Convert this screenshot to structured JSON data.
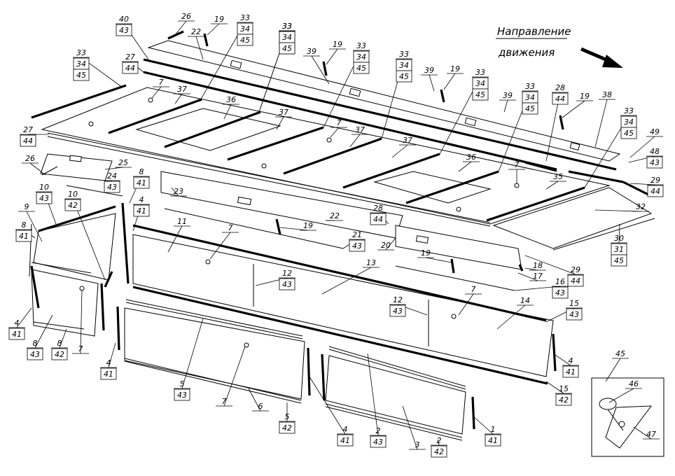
{
  "direction_label": {
    "line1": "Направление",
    "line2": "движения"
  },
  "callouts": [
    {
      "id": "c26a",
      "lines": [
        "26"
      ]
    },
    {
      "id": "c19a",
      "lines": [
        "19"
      ]
    },
    {
      "id": "c33a",
      "lines": [
        "33",
        "34",
        "45"
      ]
    },
    {
      "id": "c40",
      "lines": [
        "40",
        "43"
      ]
    },
    {
      "id": "c22a",
      "lines": [
        "22"
      ]
    },
    {
      "id": "c33b",
      "lines": [
        "33",
        "34",
        "45"
      ]
    },
    {
      "id": "c33c",
      "lines": [
        "33",
        "34",
        "45"
      ]
    },
    {
      "id": "c39a",
      "lines": [
        "39"
      ]
    },
    {
      "id": "c19b",
      "lines": [
        "19"
      ]
    },
    {
      "id": "c33d",
      "lines": [
        "33",
        "34",
        "45"
      ]
    },
    {
      "id": "c33e",
      "lines": [
        "33",
        "34",
        "45"
      ]
    },
    {
      "id": "c39b",
      "lines": [
        "39"
      ]
    },
    {
      "id": "c19c",
      "lines": [
        "19"
      ]
    },
    {
      "id": "c33f",
      "lines": [
        "33",
        "34",
        "45"
      ]
    },
    {
      "id": "c33g",
      "lines": [
        "33",
        "34",
        "45"
      ]
    },
    {
      "id": "c39c",
      "lines": [
        "39"
      ]
    },
    {
      "id": "c28a",
      "lines": [
        "28",
        "44"
      ]
    },
    {
      "id": "c19d",
      "lines": [
        "19"
      ]
    },
    {
      "id": "c38",
      "lines": [
        "38"
      ]
    },
    {
      "id": "c33h",
      "lines": [
        "33",
        "34",
        "45"
      ]
    },
    {
      "id": "c49",
      "lines": [
        "49"
      ]
    },
    {
      "id": "c48",
      "lines": [
        "48",
        "43"
      ]
    },
    {
      "id": "c27a",
      "lines": [
        "27",
        "44"
      ]
    },
    {
      "id": "c33i",
      "lines": [
        "33",
        "34",
        "45"
      ]
    },
    {
      "id": "c7a",
      "lines": [
        "7"
      ]
    },
    {
      "id": "c37a",
      "lines": [
        "37"
      ]
    },
    {
      "id": "c36a",
      "lines": [
        "36"
      ]
    },
    {
      "id": "c37b",
      "lines": [
        "37"
      ]
    },
    {
      "id": "c7b",
      "lines": [
        "7"
      ]
    },
    {
      "id": "c37c",
      "lines": [
        "37"
      ]
    },
    {
      "id": "c37d",
      "lines": [
        "37"
      ]
    },
    {
      "id": "c36b",
      "lines": [
        "36"
      ]
    },
    {
      "id": "c7c",
      "lines": [
        "7"
      ]
    },
    {
      "id": "c35",
      "lines": [
        "35"
      ]
    },
    {
      "id": "c29a",
      "lines": [
        "29",
        "44"
      ]
    },
    {
      "id": "c27b",
      "lines": [
        "27",
        "44"
      ]
    },
    {
      "id": "c26b",
      "lines": [
        "26"
      ]
    },
    {
      "id": "c25",
      "lines": [
        "25"
      ]
    },
    {
      "id": "c24",
      "lines": [
        "24",
        "43"
      ]
    },
    {
      "id": "c8a",
      "lines": [
        "8",
        "41"
      ]
    },
    {
      "id": "c23",
      "lines": [
        "23"
      ]
    },
    {
      "id": "c32",
      "lines": [
        "32"
      ]
    },
    {
      "id": "c10a",
      "lines": [
        "10",
        "43"
      ]
    },
    {
      "id": "c10b",
      "lines": [
        "10",
        "42"
      ]
    },
    {
      "id": "c9",
      "lines": [
        "9"
      ]
    },
    {
      "id": "c4a",
      "lines": [
        "4",
        "41"
      ]
    },
    {
      "id": "c22b",
      "lines": [
        "22"
      ]
    },
    {
      "id": "c28b",
      "lines": [
        "28",
        "44"
      ]
    },
    {
      "id": "c30",
      "lines": [
        "30",
        "31",
        "45"
      ]
    },
    {
      "id": "c8b",
      "lines": [
        "8",
        "41"
      ]
    },
    {
      "id": "c11",
      "lines": [
        "11"
      ]
    },
    {
      "id": "c7d",
      "lines": [
        "7"
      ]
    },
    {
      "id": "c19e",
      "lines": [
        "19"
      ]
    },
    {
      "id": "c21",
      "lines": [
        "21",
        "43"
      ]
    },
    {
      "id": "c20",
      "lines": [
        "20"
      ]
    },
    {
      "id": "c19f",
      "lines": [
        "19"
      ]
    },
    {
      "id": "c29b",
      "lines": [
        "29",
        "44"
      ]
    },
    {
      "id": "c18",
      "lines": [
        "18"
      ]
    },
    {
      "id": "c17",
      "lines": [
        "17"
      ]
    },
    {
      "id": "c13",
      "lines": [
        "13"
      ]
    },
    {
      "id": "c12a",
      "lines": [
        "12",
        "43"
      ]
    },
    {
      "id": "c16",
      "lines": [
        "16",
        "43"
      ]
    },
    {
      "id": "c7e",
      "lines": [
        "7"
      ]
    },
    {
      "id": "c14",
      "lines": [
        "14"
      ]
    },
    {
      "id": "c15a",
      "lines": [
        "15",
        "43"
      ]
    },
    {
      "id": "c12b",
      "lines": [
        "12",
        "43"
      ]
    },
    {
      "id": "c4b",
      "lines": [
        "4",
        "41"
      ]
    },
    {
      "id": "c8c",
      "lines": [
        "8",
        "43"
      ]
    },
    {
      "id": "c8d",
      "lines": [
        "8",
        "42"
      ]
    },
    {
      "id": "c7f",
      "lines": [
        "7"
      ]
    },
    {
      "id": "c4c",
      "lines": [
        "4",
        "41"
      ]
    },
    {
      "id": "c5a",
      "lines": [
        "5",
        "43"
      ]
    },
    {
      "id": "c7g",
      "lines": [
        "7"
      ]
    },
    {
      "id": "c6",
      "lines": [
        "6"
      ]
    },
    {
      "id": "c5b",
      "lines": [
        "5",
        "42"
      ]
    },
    {
      "id": "c4d",
      "lines": [
        "4",
        "41"
      ]
    },
    {
      "id": "c2a",
      "lines": [
        "2",
        "43"
      ]
    },
    {
      "id": "c3",
      "lines": [
        "3"
      ]
    },
    {
      "id": "c2b",
      "lines": [
        "2",
        "42"
      ]
    },
    {
      "id": "c1",
      "lines": [
        "1",
        "41"
      ]
    },
    {
      "id": "c4e",
      "lines": [
        "4",
        "41"
      ]
    },
    {
      "id": "c15b",
      "lines": [
        "15",
        "42"
      ]
    },
    {
      "id": "c45",
      "lines": [
        "45"
      ]
    },
    {
      "id": "c46",
      "lines": [
        "46"
      ]
    },
    {
      "id": "c47",
      "lines": [
        "47"
      ]
    }
  ]
}
